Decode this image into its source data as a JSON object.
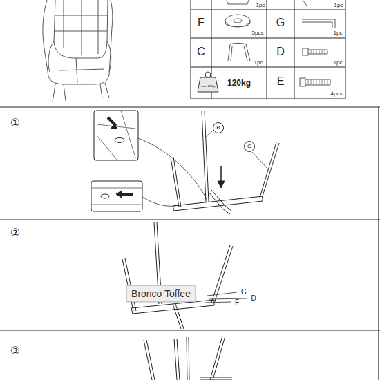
{
  "diagram": {
    "nodes": [
      {
        "text": [
          "B"
        ]
      },
      {
        "text": [
          "C"
        ]
      },
      {
        "text": [
          "Bronco Toffee"
        ]
      }
    ],
    "labels": [
      "1pc",
      "1pc",
      "F",
      "5pcs",
      "G",
      "1pc",
      "C",
      "1pc",
      "D",
      "1pc",
      "max. 120kg",
      "120kg",
      "E",
      "4pcs",
      "①",
      "②",
      "③",
      "G",
      "D",
      "F"
    ]
  }
}
